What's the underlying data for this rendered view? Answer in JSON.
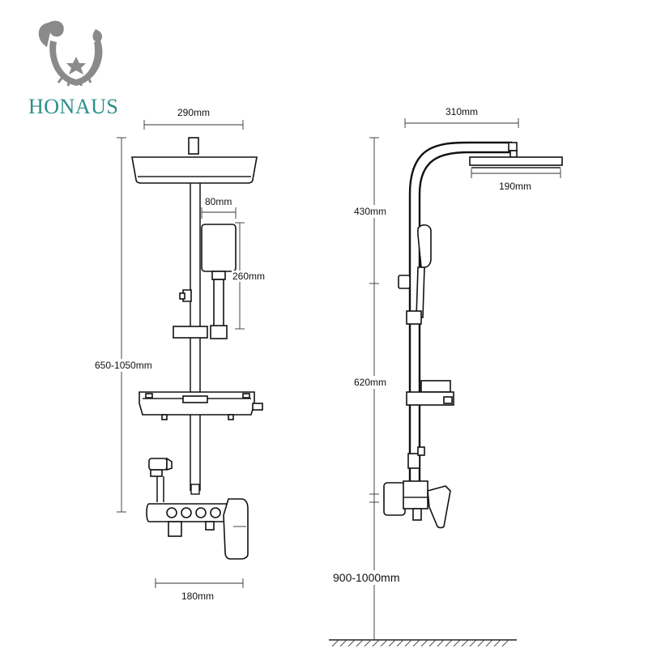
{
  "brand": {
    "name": "HONAUS",
    "color": "#2a8f8a",
    "logo_icon": "horseshoe-star-logo-icon"
  },
  "colors": {
    "line": "#111111",
    "logo_gray": "#8a8a8a"
  },
  "front_view": {
    "dims": {
      "head_width": "290mm",
      "handshower_width": "80mm",
      "handshower_height": "260mm",
      "height_range": "650-1050mm",
      "mixer_width": "180mm"
    }
  },
  "side_view": {
    "dims": {
      "arm_reach": "310mm",
      "head_diameter": "190mm",
      "upper_height": "430mm",
      "lower_height": "620mm",
      "floor_height": "900-1000mm"
    }
  }
}
